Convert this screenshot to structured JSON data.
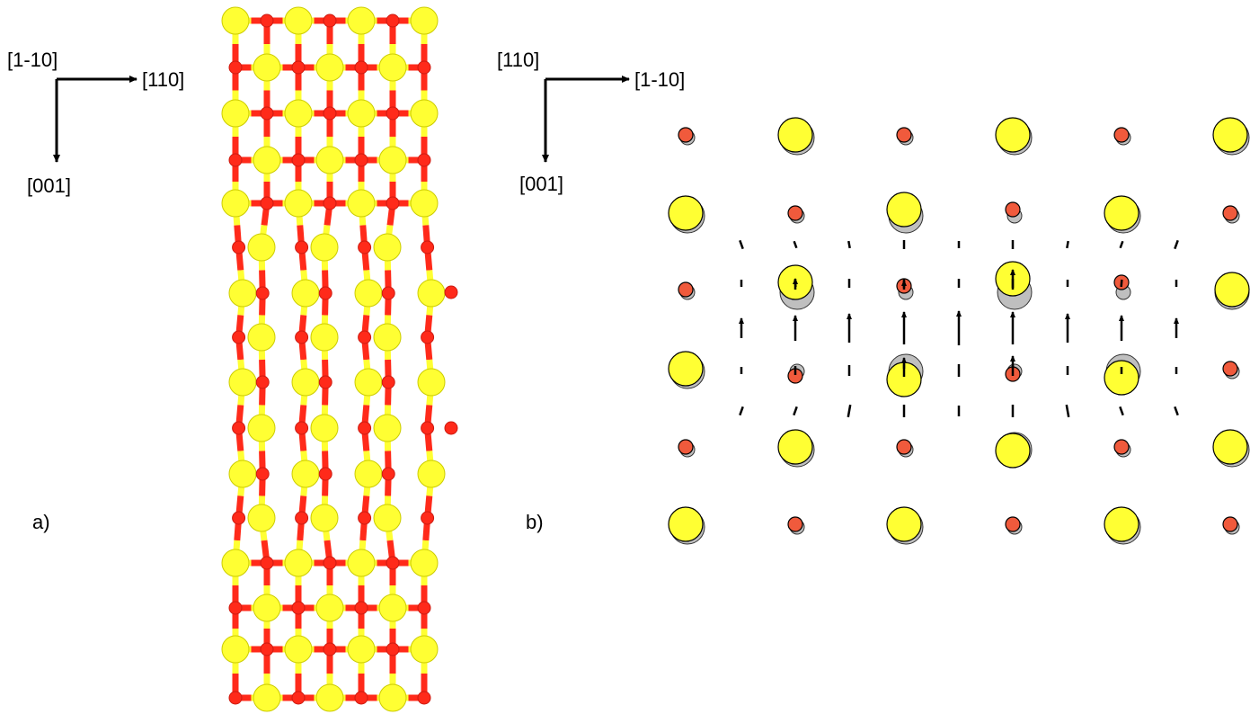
{
  "panel_a": {
    "label": "a)",
    "axes": {
      "origin_label": "[1-10]",
      "right_label": "[110]",
      "down_label": "[001]"
    }
  },
  "panel_b": {
    "label": "b)",
    "axes": {
      "origin_label": "[110]",
      "right_label": "[1-10]",
      "down_label": "[001]"
    }
  },
  "colors": {
    "cation": "#ffff33",
    "anion": "#ff2a1a",
    "anion_b": "#f05a3c",
    "ghost": "#bfbfbf",
    "arrow": "#000000"
  }
}
